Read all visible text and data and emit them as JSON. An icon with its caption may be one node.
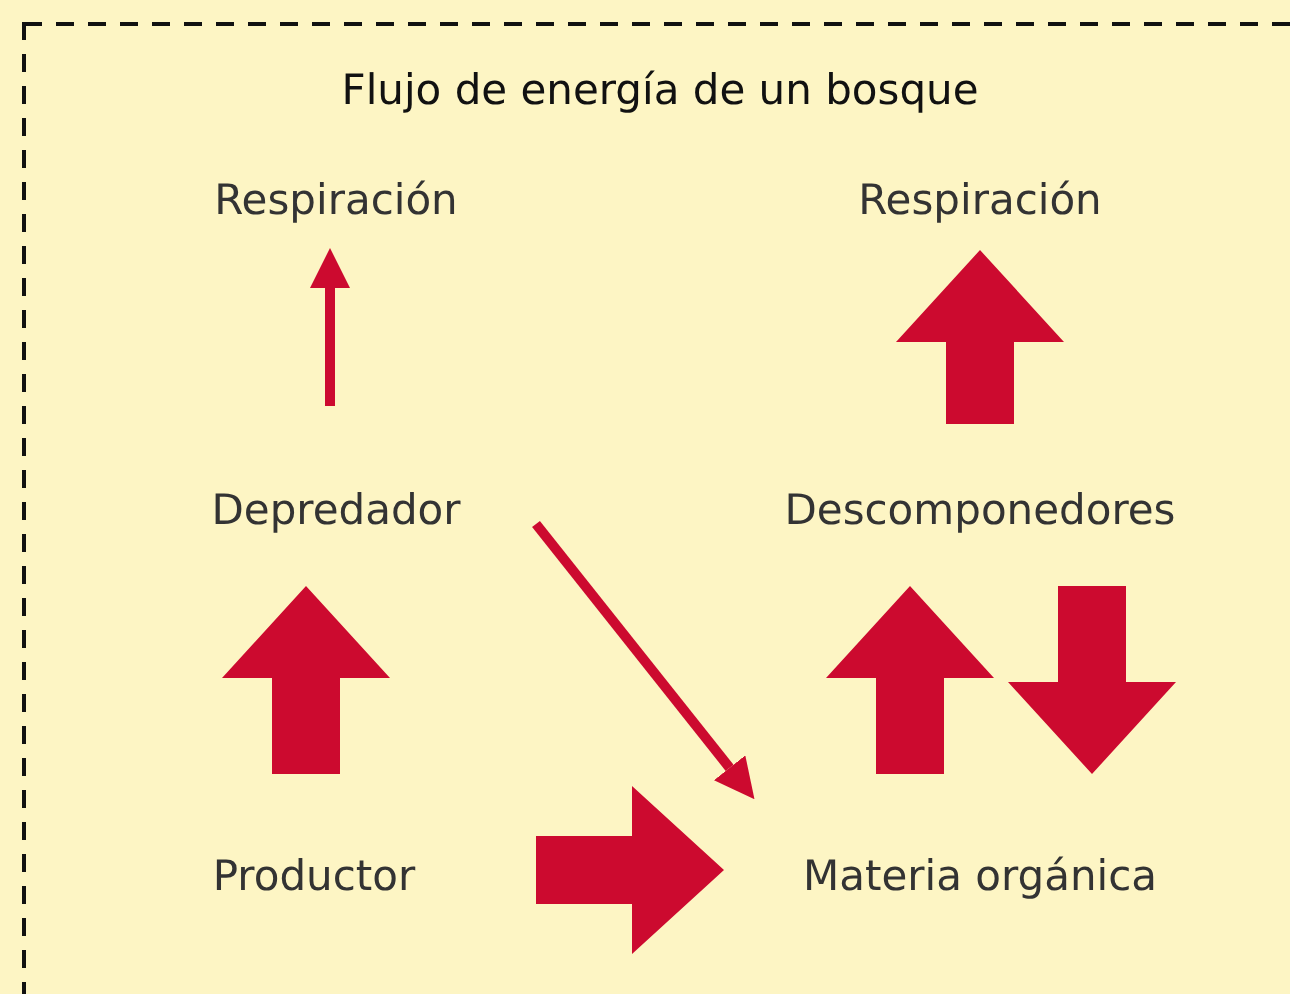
{
  "diagram": {
    "title": "Flujo de energía de un bosque",
    "nodes": [
      {
        "text": [
          "Respiración"
        ]
      },
      {
        "text": [
          "Respiración"
        ]
      },
      {
        "text": [
          "Depredador"
        ]
      },
      {
        "text": [
          "Descomponedores"
        ]
      },
      {
        "text": [
          "Productor"
        ]
      },
      {
        "text": [
          "Materia orgánica"
        ]
      }
    ],
    "edges": [
      {
        "from": 2,
        "to": 0,
        "arrow": "to"
      },
      {
        "from": 4,
        "to": 2,
        "arrow": "to",
        "style": "thick"
      },
      {
        "from": 2,
        "to": 5,
        "arrow": "to"
      },
      {
        "from": 4,
        "to": 5,
        "arrow": "to",
        "style": "thick"
      },
      {
        "from": 5,
        "to": 3,
        "arrow": "to",
        "style": "thick"
      },
      {
        "from": 3,
        "to": 5,
        "arrow": "to",
        "style": "thick"
      },
      {
        "from": 3,
        "to": 1,
        "arrow": "to",
        "style": "thick"
      }
    ]
  }
}
